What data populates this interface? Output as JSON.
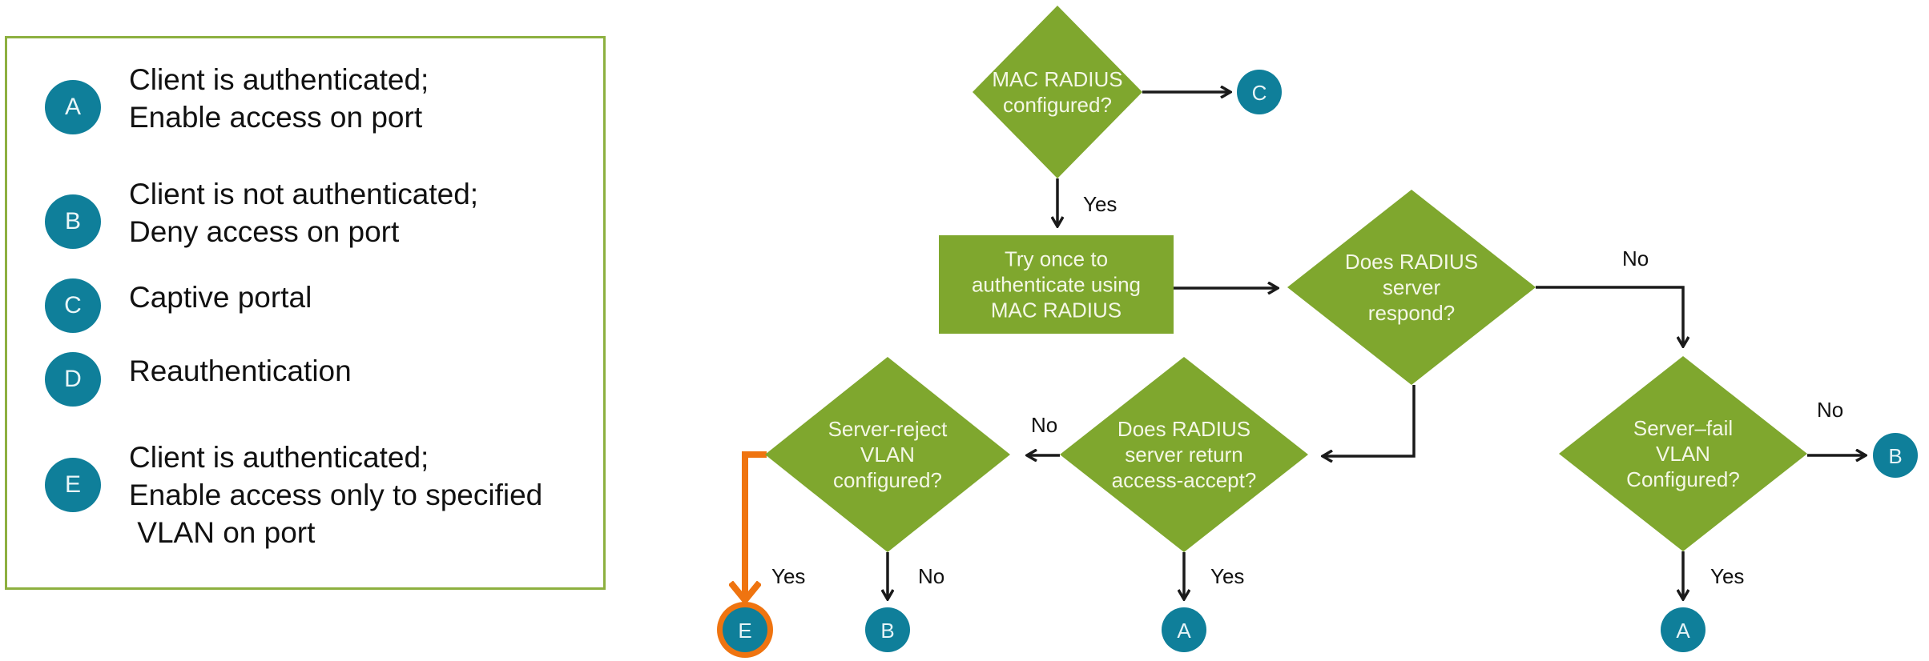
{
  "colors": {
    "node_fill": "#7fa72e",
    "terminal_fill": "#0f7f9a",
    "highlight": "#ef7410",
    "line": "#1a1a1a",
    "legend_border": "#8db040"
  },
  "legend": {
    "items": [
      {
        "key": "A",
        "lines": [
          "Client is authenticated;",
          "Enable access on port"
        ]
      },
      {
        "key": "B",
        "lines": [
          "Client is not authenticated;",
          "Deny access on port"
        ]
      },
      {
        "key": "C",
        "lines": [
          "Captive portal"
        ]
      },
      {
        "key": "D",
        "lines": [
          "Reauthentication"
        ]
      },
      {
        "key": "E",
        "lines": [
          "Client is authenticated;",
          "Enable access only to specified",
          " VLAN on port"
        ]
      }
    ]
  },
  "flowchart": {
    "nodes": {
      "mac_radius_configured": {
        "type": "decision",
        "lines": [
          "MAC RADIUS",
          "configured?"
        ]
      },
      "try_once": {
        "type": "process",
        "lines": [
          "Try once to",
          "authenticate using",
          "MAC RADIUS"
        ]
      },
      "radius_respond": {
        "type": "decision",
        "lines": [
          "Does RADIUS",
          "server",
          "respond?"
        ]
      },
      "radius_accept": {
        "type": "decision",
        "lines": [
          "Does RADIUS",
          "server return",
          "access-accept?"
        ]
      },
      "server_reject_vlan": {
        "type": "decision",
        "lines": [
          "Server-reject",
          "VLAN",
          "configured?"
        ]
      },
      "server_fail_vlan": {
        "type": "decision",
        "lines": [
          "Server–fail",
          "VLAN",
          "Configured?"
        ]
      }
    },
    "terminals": {
      "t_c_top": "C",
      "t_b_right": "B",
      "t_a_fail": "A",
      "t_a_accept": "A",
      "t_b_reject": "B",
      "t_e_reject": "E"
    },
    "edges": [
      {
        "id": "e1",
        "from": "mac_radius_configured",
        "to": "t_c_top",
        "label": ""
      },
      {
        "id": "e2",
        "from": "mac_radius_configured",
        "to": "try_once",
        "label": "Yes"
      },
      {
        "id": "e3",
        "from": "try_once",
        "to": "radius_respond",
        "label": ""
      },
      {
        "id": "e4",
        "from": "radius_respond",
        "to": "server_fail_vlan",
        "label": "No"
      },
      {
        "id": "e5",
        "from": "radius_respond",
        "to": "radius_accept",
        "label": ""
      },
      {
        "id": "e6",
        "from": "server_fail_vlan",
        "to": "t_b_right",
        "label": "No"
      },
      {
        "id": "e7",
        "from": "server_fail_vlan",
        "to": "t_a_fail",
        "label": "Yes"
      },
      {
        "id": "e8",
        "from": "radius_accept",
        "to": "t_a_accept",
        "label": "Yes"
      },
      {
        "id": "e9",
        "from": "radius_accept",
        "to": "server_reject_vlan",
        "label": "No"
      },
      {
        "id": "e10",
        "from": "server_reject_vlan",
        "to": "t_b_reject",
        "label": "No"
      },
      {
        "id": "e11",
        "from": "server_reject_vlan",
        "to": "t_e_reject",
        "label": "Yes",
        "highlighted": true
      }
    ]
  }
}
